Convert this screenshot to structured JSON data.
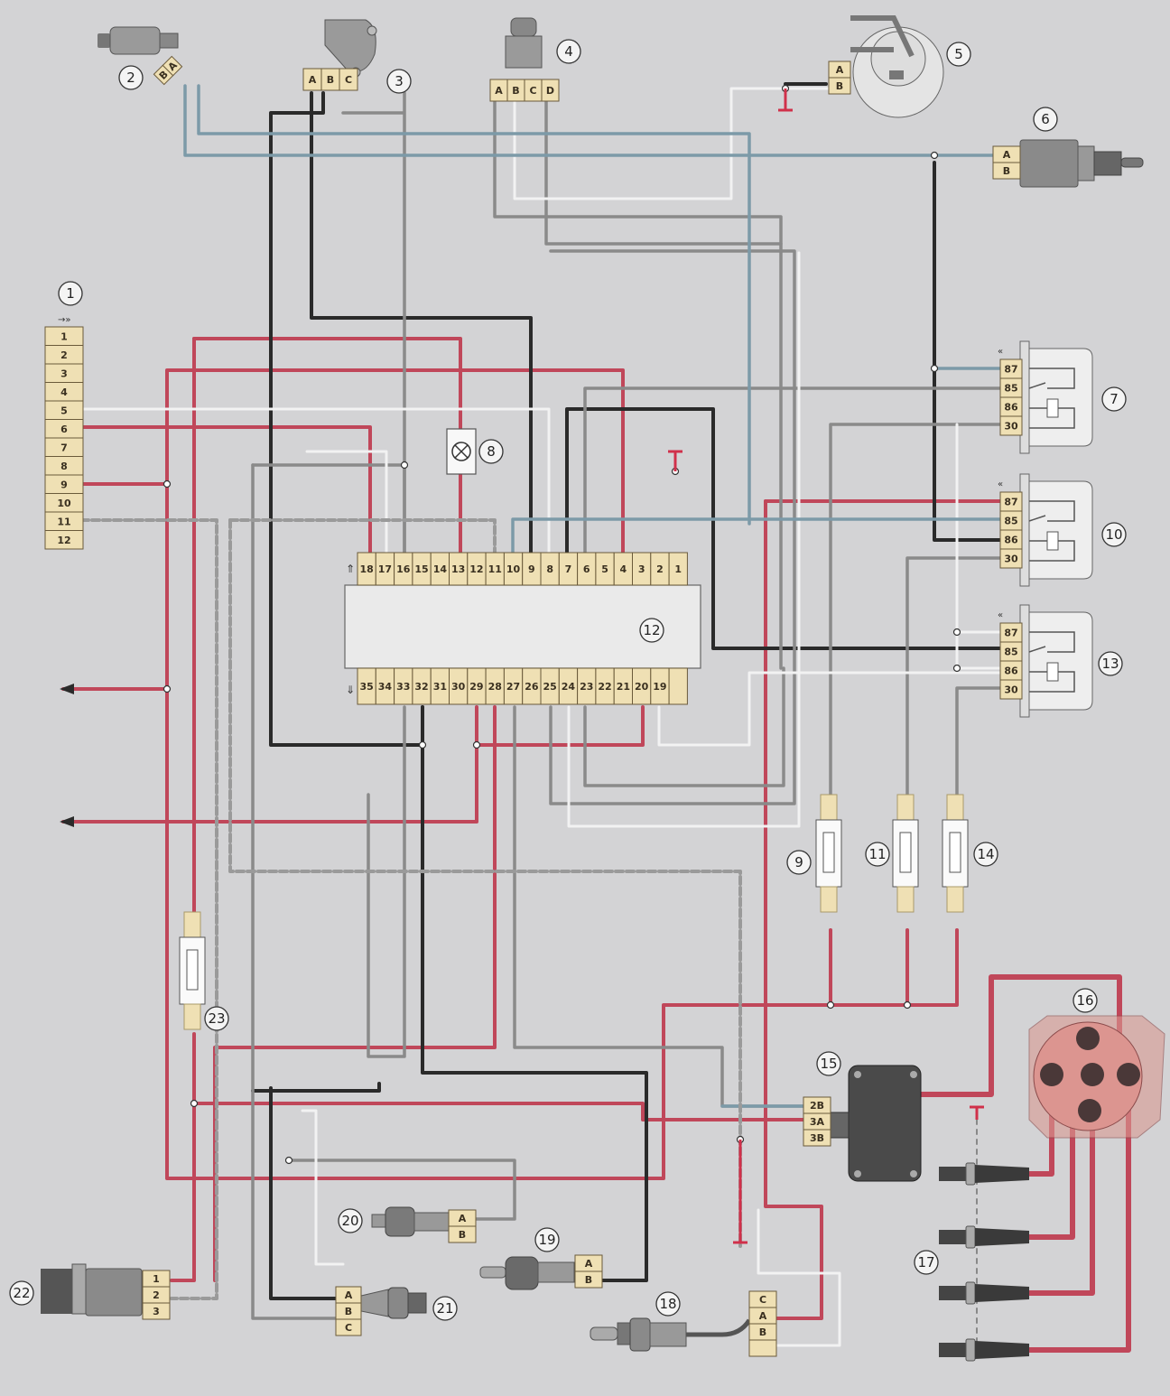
{
  "diagram": {
    "title": "",
    "colors": {
      "background": "#d3d3d5",
      "connector": "#efe0b4",
      "wire_red": "#c0475a",
      "wire_black": "#2a2a2a",
      "wire_gray": "#8a8a8a",
      "wire_white": "#f2f2f2",
      "wire_blue_gray": "#7c9aa8",
      "ground": "#d0304a"
    },
    "components": [
      {
        "id": "1",
        "label": "1",
        "kind": "diagnostic-connector",
        "pins": [
          "1",
          "2",
          "3",
          "4",
          "5",
          "6",
          "7",
          "8",
          "9",
          "10",
          "11",
          "12"
        ]
      },
      {
        "id": "2",
        "label": "2",
        "kind": "injector",
        "pins": [
          "B",
          "A"
        ]
      },
      {
        "id": "3",
        "label": "3",
        "kind": "throttle-position-sensor",
        "pins": [
          "A",
          "B",
          "C"
        ]
      },
      {
        "id": "4",
        "label": "4",
        "kind": "idle-air-control",
        "pins": [
          "A",
          "B",
          "C",
          "D"
        ]
      },
      {
        "id": "5",
        "label": "5",
        "kind": "mass-air-flow-sensor",
        "pins": [
          "A",
          "B"
        ]
      },
      {
        "id": "6",
        "label": "6",
        "kind": "coolant-temp-sensor",
        "pins": [
          "A",
          "B"
        ]
      },
      {
        "id": "7",
        "label": "7",
        "kind": "relay",
        "pins": [
          "87",
          "85",
          "86",
          "30"
        ]
      },
      {
        "id": "8",
        "label": "8",
        "kind": "check-engine-lamp",
        "pins": []
      },
      {
        "id": "9",
        "label": "9",
        "kind": "fuse",
        "pins": []
      },
      {
        "id": "10",
        "label": "10",
        "kind": "relay",
        "pins": [
          "87",
          "85",
          "86",
          "30"
        ]
      },
      {
        "id": "11",
        "label": "11",
        "kind": "fuse",
        "pins": []
      },
      {
        "id": "12",
        "label": "12",
        "kind": "ecu",
        "pins_top": [
          "18",
          "17",
          "16",
          "15",
          "14",
          "13",
          "12",
          "11",
          "10",
          "9",
          "8",
          "7",
          "6",
          "5",
          "4",
          "3",
          "2",
          "1"
        ],
        "pins_bottom": [
          "35",
          "34",
          "33",
          "32",
          "31",
          "30",
          "29",
          "28",
          "27",
          "26",
          "25",
          "24",
          "23",
          "22",
          "21",
          "20",
          "19",
          ""
        ]
      },
      {
        "id": "13",
        "label": "13",
        "kind": "relay",
        "pins": [
          "87",
          "85",
          "86",
          "30"
        ]
      },
      {
        "id": "14",
        "label": "14",
        "kind": "fuse",
        "pins": []
      },
      {
        "id": "15",
        "label": "15",
        "kind": "ignition-module",
        "pins": [
          "2B",
          "3A",
          "3B"
        ]
      },
      {
        "id": "16",
        "label": "16",
        "kind": "distributor-cap",
        "pins": []
      },
      {
        "id": "17",
        "label": "17",
        "kind": "spark-plugs",
        "pins": []
      },
      {
        "id": "18",
        "label": "18",
        "kind": "oxygen-sensor",
        "pins": [
          "C",
          "A",
          "B",
          ""
        ]
      },
      {
        "id": "19",
        "label": "19",
        "kind": "sensor",
        "pins": [
          "A",
          "B"
        ]
      },
      {
        "id": "20",
        "label": "20",
        "kind": "sensor",
        "pins": [
          "A",
          "B"
        ]
      },
      {
        "id": "21",
        "label": "21",
        "kind": "sensor",
        "pins": [
          "A",
          "B",
          "C"
        ]
      },
      {
        "id": "22",
        "label": "22",
        "kind": "speed-sensor",
        "pins": [
          "1",
          "2",
          "3"
        ]
      },
      {
        "id": "23",
        "label": "23",
        "kind": "fuse",
        "pins": []
      }
    ]
  }
}
